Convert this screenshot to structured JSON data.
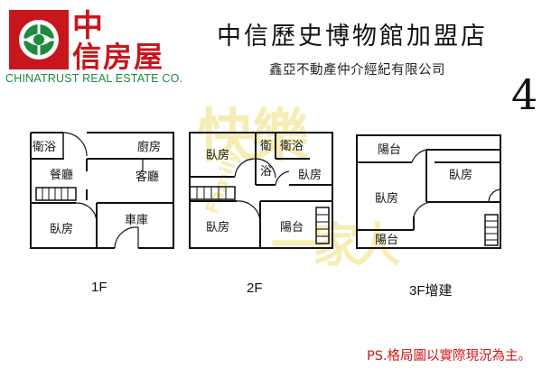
{
  "logo": {
    "name_line1": "中",
    "name_line2": "信房屋",
    "english": "CHINATRUST REAL ESTATE CO."
  },
  "header": {
    "store_title": "中信歷史博物館加盟店",
    "company": "鑫亞不動產仲介經紀有限公司",
    "north_mark": "4"
  },
  "watermark": {
    "line1": "快樂",
    "line2": "一家人",
    "small": "Family"
  },
  "floors": {
    "f1": {
      "label": "1F",
      "rooms": {
        "bath": "衛浴",
        "kitchen": "廚房",
        "dining": "餐廳",
        "living": "客廳",
        "bedroom": "臥房",
        "garage": "車庫"
      }
    },
    "f2": {
      "label": "2F",
      "rooms": {
        "bedroom_a": "臥房",
        "bath_vertical_1": "衛",
        "bath_vertical_2": "浴",
        "bath_b": "衛浴",
        "bedroom_b": "臥房",
        "bedroom_c": "臥房",
        "balcony": "陽台"
      }
    },
    "f3": {
      "label": "3F增建",
      "rooms": {
        "balcony_top": "陽台",
        "bedroom_a": "臥房",
        "bedroom_b": "臥房",
        "balcony_bottom": "陽台"
      }
    }
  },
  "footnote": "PS.格局圖以實際現況為主。"
}
